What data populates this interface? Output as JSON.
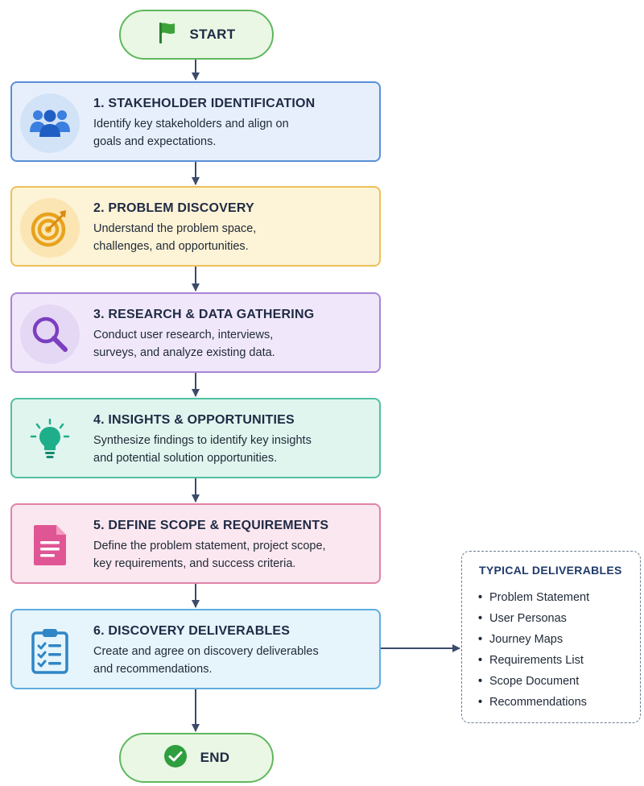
{
  "flow": {
    "start_label": "START",
    "end_label": "END",
    "steps": [
      {
        "title": "1. STAKEHOLDER IDENTIFICATION",
        "desc_line1": "Identify key stakeholders and align on",
        "desc_line2": "goals and expectations.",
        "icon": "team-icon",
        "accent": "#2f6fd0"
      },
      {
        "title": "2. PROBLEM DISCOVERY",
        "desc_line1": "Understand the problem space,",
        "desc_line2": "challenges, and opportunities.",
        "icon": "target-icon",
        "accent": "#e8a21c"
      },
      {
        "title": "3. RESEARCH & DATA GATHERING",
        "desc_line1": "Conduct user research, interviews,",
        "desc_line2": "surveys, and analyze existing data.",
        "icon": "magnifier-icon",
        "accent": "#7b3fc0"
      },
      {
        "title": "4. INSIGHTS & OPPORTUNITIES",
        "desc_line1": "Synthesize findings to identify key insights",
        "desc_line2": "and potential solution opportunities.",
        "icon": "lightbulb-icon",
        "accent": "#1fae8a"
      },
      {
        "title": "5. DEFINE SCOPE & REQUIREMENTS",
        "desc_line1": "Define the problem statement, project scope,",
        "desc_line2": "key requirements, and success criteria.",
        "icon": "document-icon",
        "accent": "#e05594"
      },
      {
        "title": "6. DISCOVERY DELIVERABLES",
        "desc_line1": "Create and agree on discovery deliverables",
        "desc_line2": "and recommendations.",
        "icon": "clipboard-checklist-icon",
        "accent": "#2f86c6"
      }
    ]
  },
  "deliverables": {
    "title": "TYPICAL DELIVERABLES",
    "items": [
      "Problem Statement",
      "User Personas",
      "Journey Maps",
      "Requirements List",
      "Scope Document",
      "Recommendations"
    ]
  },
  "colors": {
    "connector": "#3b4a6b",
    "terminal_border": "#5fb85d",
    "terminal_fill": "#e9f7e4",
    "flag": "#3aa33a",
    "check": "#2e9e3e"
  }
}
